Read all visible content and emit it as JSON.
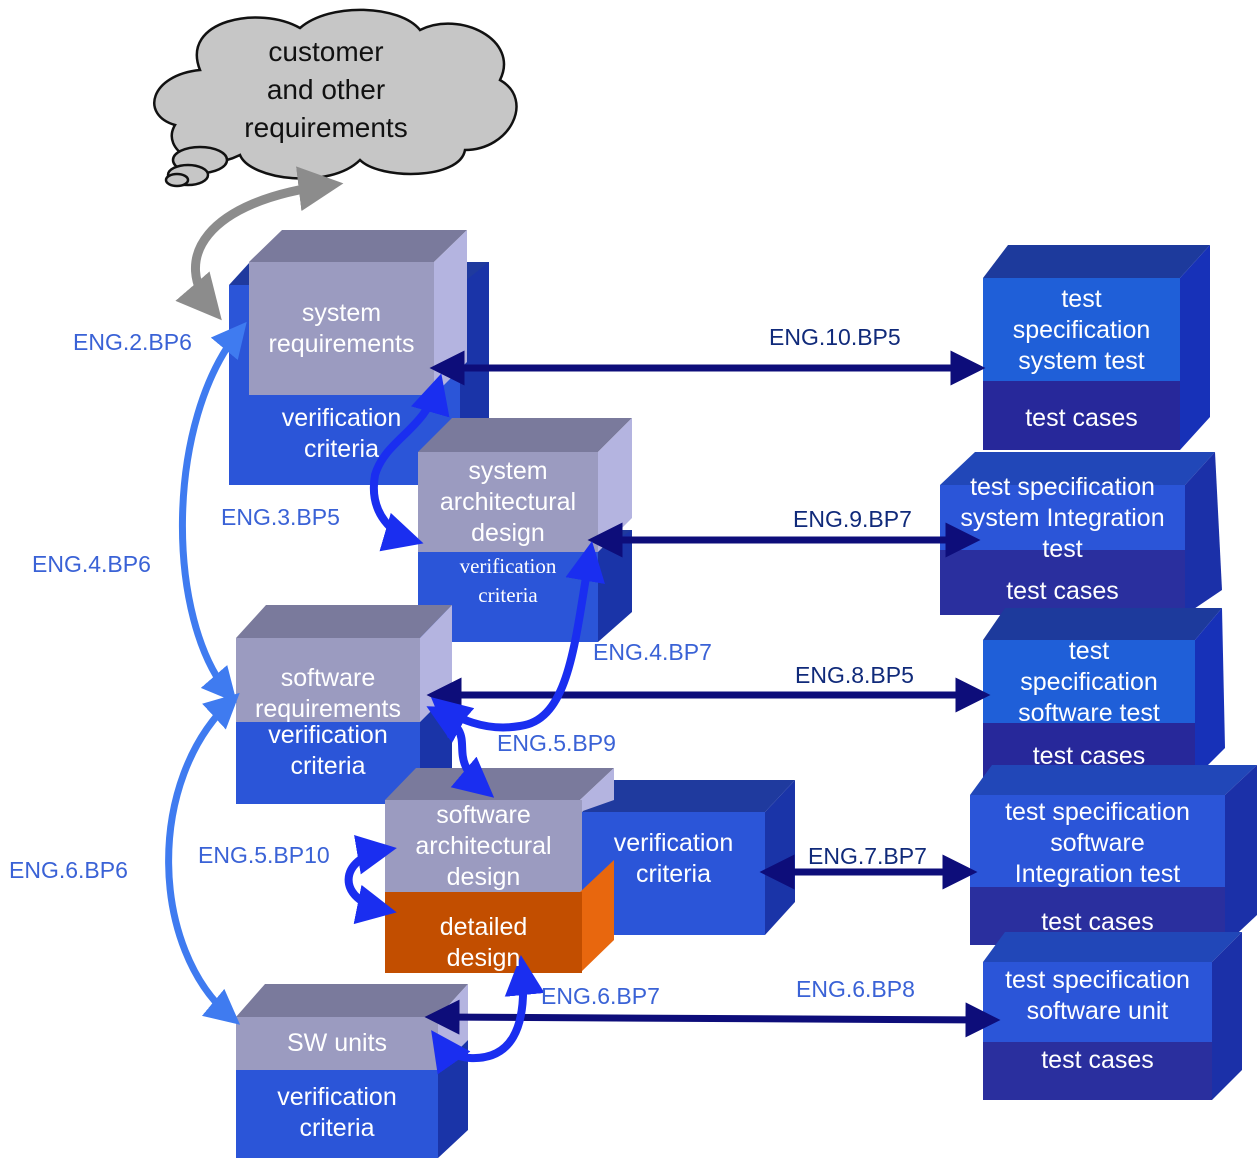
{
  "cloud": {
    "line1": "customer",
    "line2": "and other",
    "line3": "requirements"
  },
  "left_blocks": {
    "system_requirements": {
      "top_line1": "system",
      "top_line2": "requirements",
      "bottom_line1": "verification",
      "bottom_line2": "criteria"
    },
    "system_architectural_design": {
      "top_line1": "system",
      "top_line2": "architectural",
      "top_line3": "design",
      "bottom_line1": "verification",
      "bottom_line2": "criteria"
    },
    "software_requirements": {
      "top_line1": "software",
      "top_line2": "requirements",
      "bottom_line1": "verification",
      "bottom_line2": "criteria"
    },
    "software_architectural_design": {
      "top_line1": "software",
      "top_line2": "architectural",
      "top_line3": "design",
      "detailed_line1": "detailed",
      "detailed_line2": "design",
      "side_line1": "verification",
      "side_line2": "criteria"
    },
    "sw_units": {
      "top_line1": "SW units",
      "bottom_line1": "verification",
      "bottom_line2": "criteria"
    }
  },
  "right_blocks": {
    "system_test": {
      "spec_line1": "test",
      "spec_line2": "specification",
      "spec_line3": "system test",
      "cases": "test cases"
    },
    "system_integration_test": {
      "spec_line1": "test specification",
      "spec_line2": "system Integration",
      "spec_line3": "test",
      "cases": "test cases"
    },
    "software_test": {
      "spec_line1": "test",
      "spec_line2": "specification",
      "spec_line3": "software test",
      "cases": "test cases"
    },
    "software_integration_test": {
      "spec_line1": "test specification",
      "spec_line2": "software",
      "spec_line3": "Integration test",
      "cases": "test cases"
    },
    "software_unit_test": {
      "spec_line1": "test specification",
      "spec_line2": "software unit",
      "cases": "test cases"
    }
  },
  "practice_labels": {
    "eng_2_bp6": "ENG.2.BP6",
    "eng_3_bp5": "ENG.3.BP5",
    "eng_4_bp6": "ENG.4.BP6",
    "eng_4_bp7": "ENG.4.BP7",
    "eng_5_bp9": "ENG.5.BP9",
    "eng_5_bp10": "ENG.5.BP10",
    "eng_6_bp6": "ENG.6.BP6",
    "eng_6_bp7": "ENG.6.BP7",
    "eng_6_bp8": "ENG.6.BP8",
    "eng_7_bp7": "ENG.7.BP7",
    "eng_8_bp5": "ENG.8.BP5",
    "eng_9_bp7": "ENG.9.BP7",
    "eng_10_bp5": "ENG.10.BP5"
  },
  "colors": {
    "box_front_blue": "#2b55d8",
    "box_top_blue": "#1f3a9e",
    "box_side_blue": "#1a34a8",
    "requirement_face": "#9b9bc0",
    "requirement_top": "#7a7a9c",
    "requirement_side": "#b4b4e0",
    "detailed_design": "#c24e00",
    "test_spec_blue": "#1f5fd8",
    "test_cases_navy": "#27289a",
    "arrow_dark": "#0d0d7a",
    "arrow_bright": "#1a2ef0",
    "arrow_light": "#3f7bf0",
    "arrow_gray": "#8c8c8c",
    "cloud_fill": "#c6c6c6"
  }
}
